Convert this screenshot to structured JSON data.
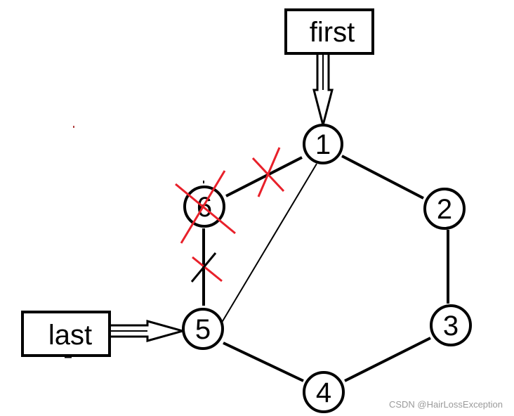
{
  "labels": {
    "first": "first",
    "last": "last"
  },
  "nodes": {
    "n1": "1",
    "n2": "2",
    "n3": "3",
    "n4": "4",
    "n5": "5",
    "n6": "6"
  },
  "watermark": "CSDN @HairLossException",
  "colors": {
    "ink": "#000000",
    "strike": "#e8202a"
  }
}
